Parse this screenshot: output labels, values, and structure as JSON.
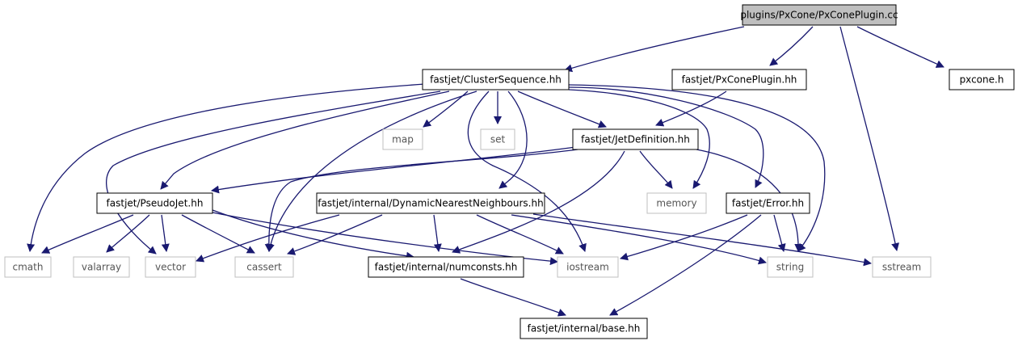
{
  "colors": {
    "edge": "#191970",
    "root_fill": "#bfbfbf",
    "node_border": "#000000",
    "external_border": "#bfbfbf",
    "text": "#000000",
    "external_text": "#555555"
  },
  "nodes": {
    "root": {
      "label": "plugins/PxCone/PxConePlugin.cc"
    },
    "cluster": {
      "label": "fastjet/ClusterSequence.hh"
    },
    "pxplugin": {
      "label": "fastjet/PxConePlugin.hh"
    },
    "pxcone": {
      "label": "pxcone.h"
    },
    "map": {
      "label": "map"
    },
    "set": {
      "label": "set"
    },
    "jetdef": {
      "label": "fastjet/JetDefinition.hh"
    },
    "pseudo": {
      "label": "fastjet/PseudoJet.hh"
    },
    "dnn": {
      "label": "fastjet/internal/DynamicNearestNeighbours.hh"
    },
    "memory": {
      "label": "memory"
    },
    "error": {
      "label": "fastjet/Error.hh"
    },
    "cmath": {
      "label": "cmath"
    },
    "valarray": {
      "label": "valarray"
    },
    "vector": {
      "label": "vector"
    },
    "cassert": {
      "label": "cassert"
    },
    "numconsts": {
      "label": "fastjet/internal/numconsts.hh"
    },
    "iostream": {
      "label": "iostream"
    },
    "string": {
      "label": "string"
    },
    "sstream": {
      "label": "sstream"
    },
    "base": {
      "label": "fastjet/internal/base.hh"
    }
  }
}
